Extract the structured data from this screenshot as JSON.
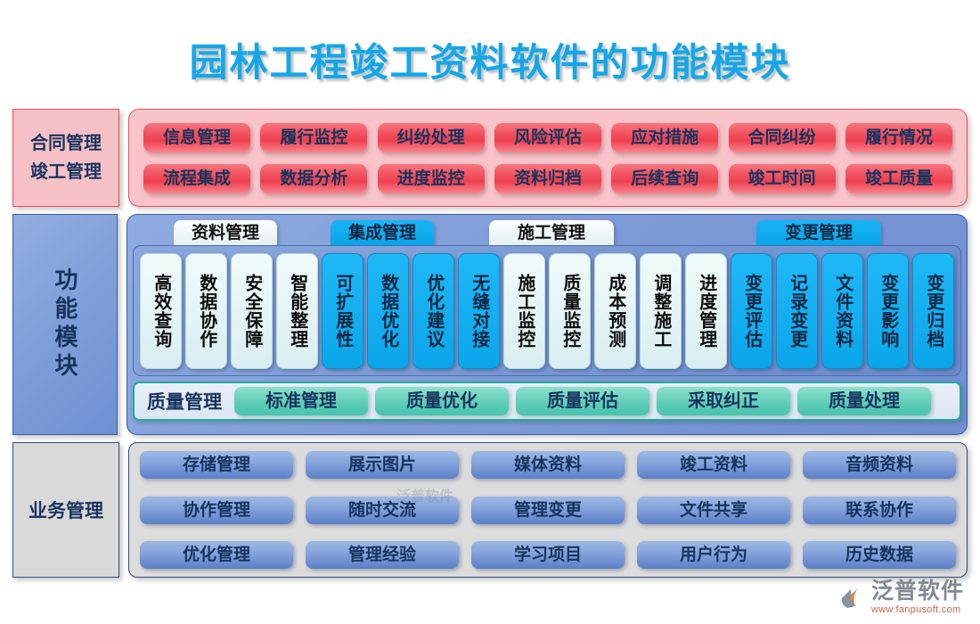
{
  "title": "园林工程竣工资料软件的功能模块",
  "colors": {
    "title": "#14a7e8",
    "contract_accent": "#ef4050",
    "function_accent": "#0aa6ea",
    "quality_accent": "#46c4ae",
    "business_accent": "#5c7fc8"
  },
  "contract_section": {
    "label_line1": "合同管理",
    "label_line2": "竣工管理",
    "rows": [
      [
        "信息管理",
        "履行监控",
        "纠纷处理",
        "风险评估",
        "应对措施",
        "合同纠纷",
        "履行情况"
      ],
      [
        "流程集成",
        "数据分析",
        "进度监控",
        "资料归档",
        "后续查询",
        "竣工时间",
        "竣工质量"
      ]
    ]
  },
  "function_section": {
    "label": "功能模块",
    "tabs": [
      {
        "name": "资料管理",
        "style": "light"
      },
      {
        "name": "集成管理",
        "style": "cyan"
      },
      {
        "name": "施工管理",
        "style": "light"
      },
      {
        "name": "变更管理",
        "style": "cyan"
      }
    ],
    "items": [
      {
        "text": "高效查询",
        "style": "light"
      },
      {
        "text": "数据协作",
        "style": "light"
      },
      {
        "text": "安全保障",
        "style": "light"
      },
      {
        "text": "智能整理",
        "style": "light"
      },
      {
        "text": "可扩展性",
        "style": "cyan"
      },
      {
        "text": "数据优化",
        "style": "cyan"
      },
      {
        "text": "优化建议",
        "style": "cyan"
      },
      {
        "text": "无缝对接",
        "style": "cyan"
      },
      {
        "text": "施工监控",
        "style": "light"
      },
      {
        "text": "质量监控",
        "style": "light"
      },
      {
        "text": "成本预测",
        "style": "light"
      },
      {
        "text": "调整施工",
        "style": "light"
      },
      {
        "text": "进度管理",
        "style": "light"
      },
      {
        "text": "变更评估",
        "style": "cyan"
      },
      {
        "text": "记录变更",
        "style": "cyan"
      },
      {
        "text": "文件资料",
        "style": "cyan"
      },
      {
        "text": "变更影响",
        "style": "cyan"
      },
      {
        "text": "变更归档",
        "style": "cyan"
      }
    ],
    "quality": {
      "label": "质量管理",
      "items": [
        "标准管理",
        "质量优化",
        "质量评估",
        "采取纠正",
        "质量处理"
      ]
    }
  },
  "business_section": {
    "label": "业务管理",
    "rows": [
      [
        "存储管理",
        "展示图片",
        "媒体资料",
        "竣工资料",
        "音频资料"
      ],
      [
        "协作管理",
        "随时交流",
        "管理变更",
        "文件共享",
        "联系协作"
      ],
      [
        "优化管理",
        "管理经验",
        "学习项目",
        "用户行为",
        "历史数据"
      ]
    ],
    "watermark": "泛普软件"
  },
  "logo": {
    "brand": "泛普软件",
    "url": "www.fanpusoft.com"
  }
}
